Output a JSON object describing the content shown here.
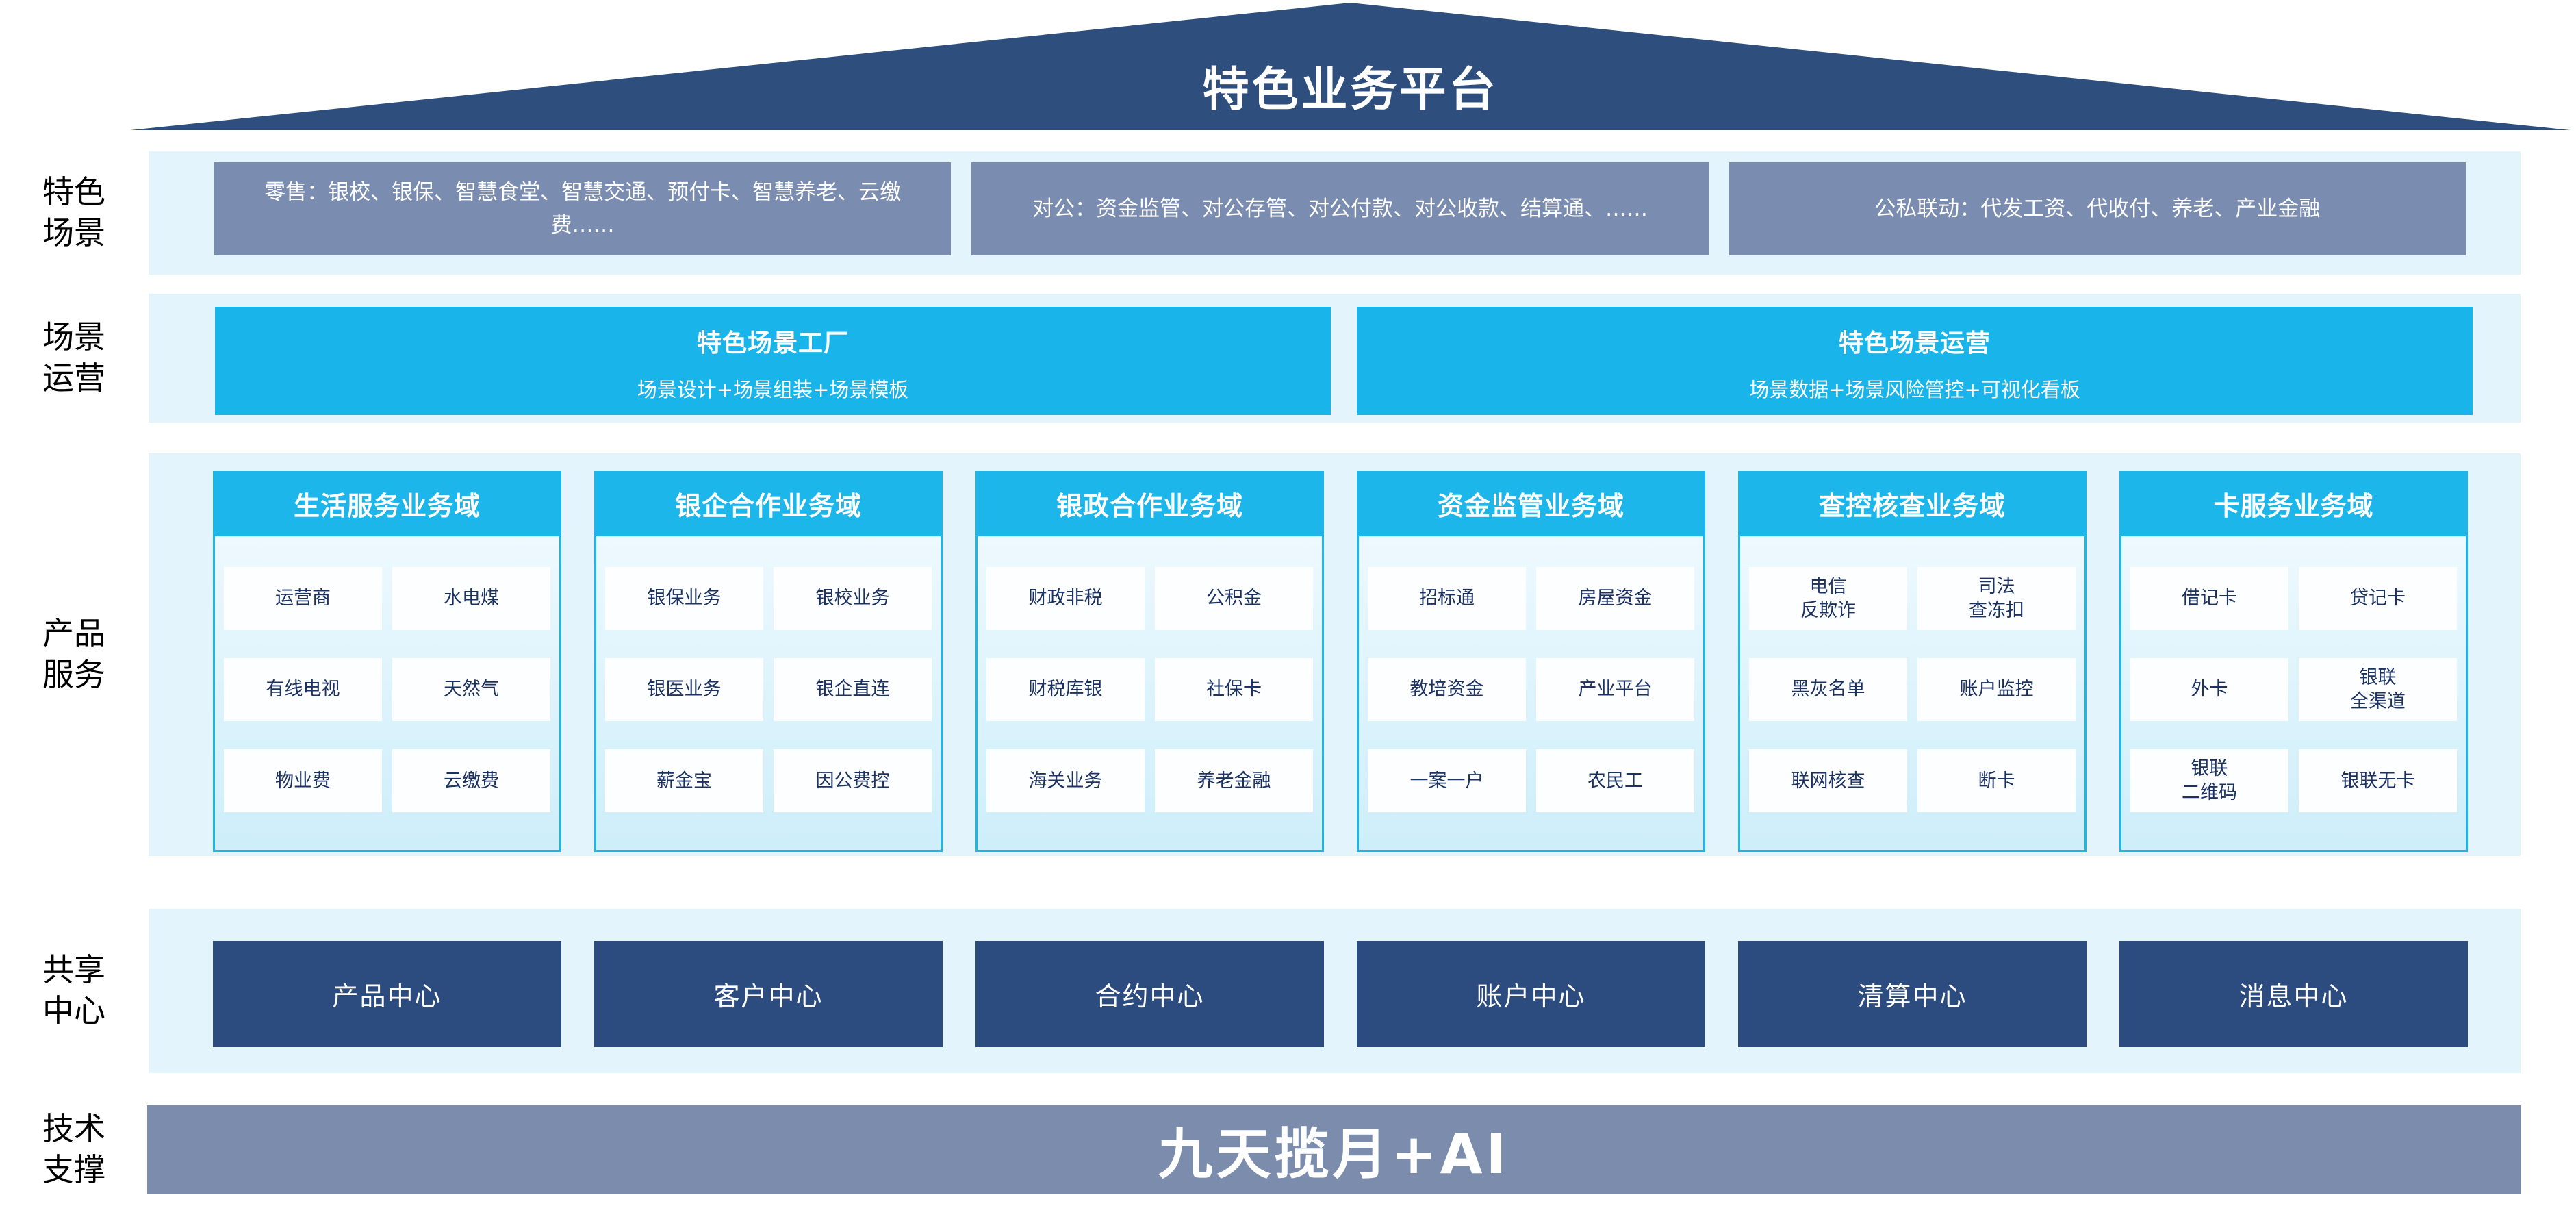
{
  "roof": {
    "title": "特色业务平台"
  },
  "side_labels": {
    "scenes": "特色\n场景",
    "operation": "场景\n运营",
    "products": "产品\n服务",
    "shared": "共享\n中心",
    "tech": "技术\n支撑"
  },
  "scene_row": {
    "boxes": [
      "零售：银校、银保、智慧食堂、智慧交通、预付卡、智慧养老、云缴费……",
      "对公：资金监管、对公存管、对公付款、对公收款、结算通、……",
      "公私联动：代发工资、代收付、养老、产业金融"
    ]
  },
  "operation_row": {
    "boxes": [
      {
        "title": "特色场景工厂",
        "subtitle": "场景设计+场景组装+场景模板"
      },
      {
        "title": "特色场景运营",
        "subtitle": "场景数据+场景风险管控+可视化看板"
      }
    ]
  },
  "product_row": {
    "columns": [
      {
        "header": "生活服务业务域",
        "cells": [
          "运营商",
          "水电煤",
          "有线电视",
          "天然气",
          "物业费",
          "云缴费"
        ]
      },
      {
        "header": "银企合作业务域",
        "cells": [
          "银保业务",
          "银校业务",
          "银医业务",
          "银企直连",
          "薪金宝",
          "因公费控"
        ]
      },
      {
        "header": "银政合作业务域",
        "cells": [
          "财政非税",
          "公积金",
          "财税库银",
          "社保卡",
          "海关业务",
          "养老金融"
        ]
      },
      {
        "header": "资金监管业务域",
        "cells": [
          "招标通",
          "房屋资金",
          "教培资金",
          "产业平台",
          "一案一户",
          "农民工"
        ]
      },
      {
        "header": "查控核查业务域",
        "cells": [
          "电信\n反欺诈",
          "司法\n查冻扣",
          "黑灰名单",
          "账户监控",
          "联网核查",
          "断卡"
        ]
      },
      {
        "header": "卡服务业务域",
        "cells": [
          "借记卡",
          "贷记卡",
          "外卡",
          "银联\n全渠道",
          "银联\n二维码",
          "银联无卡"
        ]
      }
    ]
  },
  "shared_row": {
    "boxes": [
      "产品中心",
      "客户中心",
      "合约中心",
      "账户中心",
      "清算中心",
      "消息中心"
    ]
  },
  "tech_row": {
    "banner": "九天揽月+AI"
  },
  "colors": {
    "roof_navy": "#2e4e7e",
    "center_navy": "#2c4b7e",
    "gray_blue": "#7a8caf",
    "cyan": "#19b5ea",
    "header_cyan": "#1db6ea",
    "band_light_blue": "#e3f4fd",
    "column_body_light": "#cdeefa",
    "cell_white": "#fdfeff",
    "cell_text_navy": "#1b3263"
  }
}
